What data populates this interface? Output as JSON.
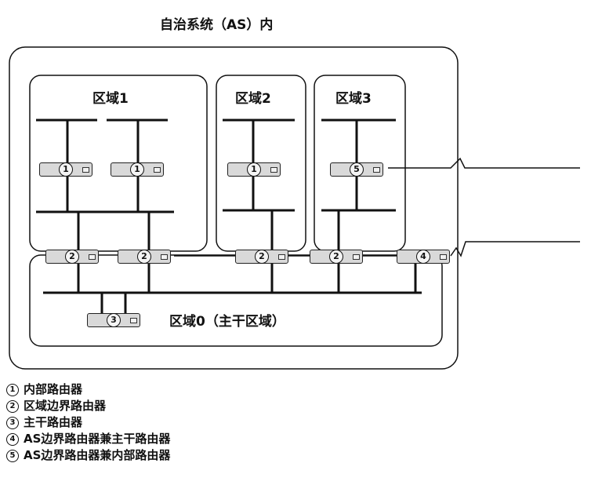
{
  "title": "自治系统（AS）内",
  "areas": {
    "area1": "区域1",
    "area2": "区域2",
    "area3": "区域3",
    "area0": "区域0（主干区域）"
  },
  "router_markers": {
    "r1a": "1",
    "r1b": "1",
    "r1c": "1",
    "r5": "5",
    "r2a": "2",
    "r2b": "2",
    "r2c": "2",
    "r2d": "2",
    "r4": "4",
    "r3": "3"
  },
  "legend": [
    {
      "num": "1",
      "text": "内部路由器"
    },
    {
      "num": "2",
      "text": "区域边界路由器"
    },
    {
      "num": "3",
      "text": "主干路由器"
    },
    {
      "num": "4",
      "text": "AS边界路由器兼主干路由器"
    },
    {
      "num": "5",
      "text": "AS边界路由器兼内部路由器"
    }
  ],
  "colors": {
    "line": "#111111",
    "router_fill": "#d9d9d9",
    "background": "#ffffff"
  }
}
